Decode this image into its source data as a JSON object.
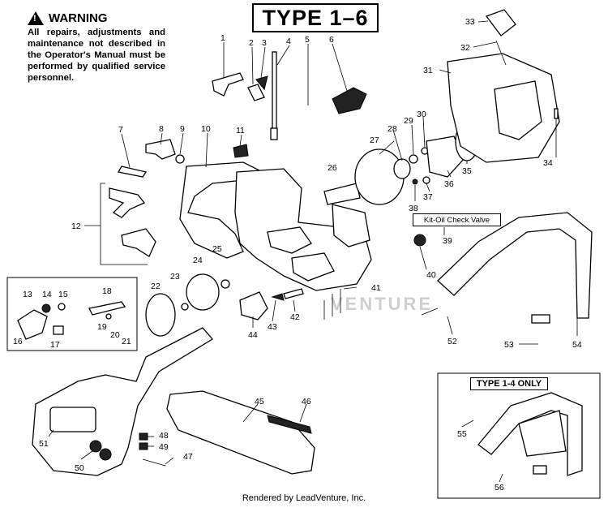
{
  "warning": {
    "title": "WARNING",
    "symbol": "!",
    "text": "All repairs, adjustments and maintenance not described in the Operator's Manual must be performed by qualified service personnel."
  },
  "diagram_title": "TYPE 1–6",
  "inset_title": "TYPE 1-4 ONLY",
  "kit_label": "Kit-Oil Check Valve",
  "watermark": "VENTURE",
  "credit": "Rendered by LeadVenture, Inc.",
  "callouts": [
    "1",
    "2",
    "3",
    "4",
    "5",
    "6",
    "7",
    "8",
    "9",
    "10",
    "11",
    "12",
    "13",
    "14",
    "15",
    "16",
    "17",
    "18",
    "19",
    "20",
    "21",
    "22",
    "23",
    "24",
    "25",
    "26",
    "27",
    "28",
    "29",
    "30",
    "31",
    "32",
    "33",
    "34",
    "35",
    "36",
    "37",
    "38",
    "39",
    "40",
    "41",
    "42",
    "43",
    "44",
    "45",
    "46",
    "47",
    "48",
    "49",
    "50",
    "51",
    "52",
    "53",
    "54",
    "55",
    "56"
  ]
}
